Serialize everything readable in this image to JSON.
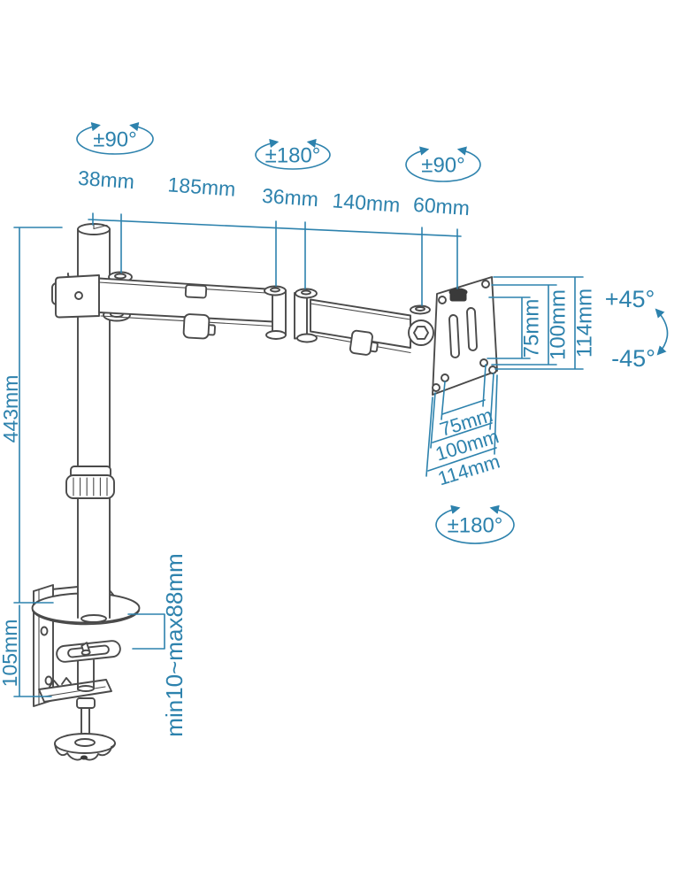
{
  "diagram": {
    "kind": "technical-dimension-diagram",
    "subject": "single monitor desk mount arm with C-clamp base and VESA plate",
    "colors": {
      "annotation": "#2d82ad",
      "linework": "#4a4a4a",
      "background": "#ffffff"
    },
    "rotation_labels": {
      "pole_top": "±90°",
      "mid_joint": "±180°",
      "head_joint": "±90°",
      "vesa_rotate": "±180°"
    },
    "tilt_labels": {
      "up": "+45°",
      "down": "-45°"
    },
    "top_dims": [
      "38mm",
      "185mm",
      "36mm",
      "140mm",
      "60mm"
    ],
    "vesa_side_dims": [
      "75mm",
      "100mm",
      "114mm"
    ],
    "vesa_bottom_dims": [
      "75mm",
      "100mm",
      "114mm"
    ],
    "pole_height": "443mm",
    "clamp_height": "105mm",
    "desk_thickness_range": "min10~max88mm"
  }
}
